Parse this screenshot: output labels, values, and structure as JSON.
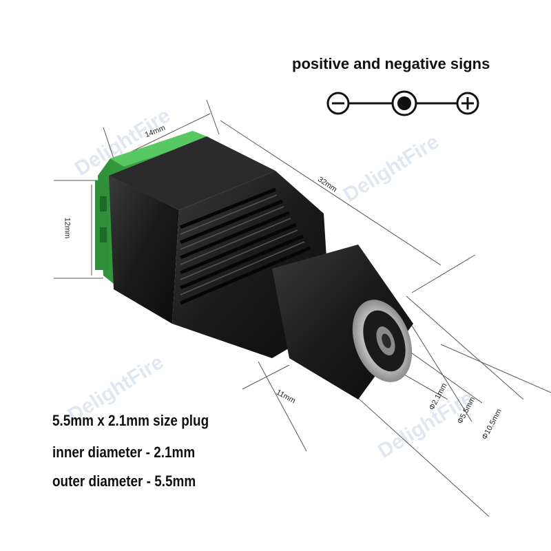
{
  "watermark": {
    "text": "DelightFire",
    "color": "#c9d5e6"
  },
  "heading": "positive and negative signs",
  "polarity_symbols": [
    "minus-icon",
    "center-pin-icon",
    "plus-icon"
  ],
  "dimensions": {
    "width": "14mm",
    "length": "32mm",
    "height": "12mm",
    "barrel_length": "11mm",
    "inner_diameter": "Φ2.1mm",
    "outer_diameter": "Φ5.5mm",
    "barrel_diameter": "Φ10.5mm"
  },
  "specs": [
    "5.5mm x 2.1mm size plug",
    "inner diameter - 2.1mm",
    "outer diameter - 5.5mm"
  ],
  "colors": {
    "terminal_green": "#3fa64a",
    "body_black": "#1c1c1c",
    "metal": "#c8c8c8"
  }
}
